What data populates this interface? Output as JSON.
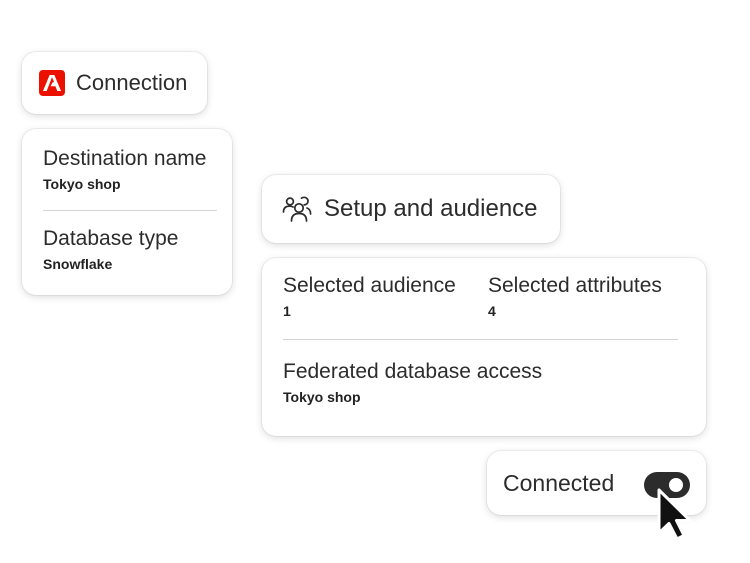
{
  "colors": {
    "adobe_red": "#eb1000",
    "text": "#2c2c2c",
    "toggle_on": "#2c2c2c"
  },
  "connection": {
    "title": "Connection",
    "icon": "adobe-logo-icon",
    "fields": [
      {
        "label": "Destination name",
        "value": "Tokyo shop"
      },
      {
        "label": "Database type",
        "value": "Snowflake"
      }
    ]
  },
  "setup": {
    "title": "Setup and audience",
    "icon": "audience-icon",
    "selected_audience": {
      "label": "Selected audience",
      "value": "1"
    },
    "selected_attributes": {
      "label": "Selected attributes",
      "value": "4"
    },
    "federated_access": {
      "label": "Federated database access",
      "value": "Tokyo shop"
    }
  },
  "status": {
    "label": "Connected",
    "toggle_on": true,
    "icon": "pointer-cursor-icon"
  }
}
